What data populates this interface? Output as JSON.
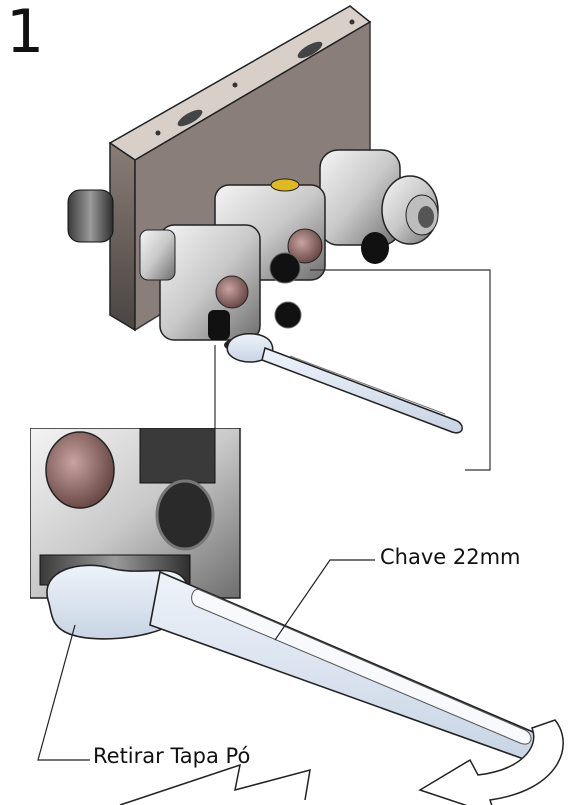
{
  "step": {
    "number": "1"
  },
  "callouts": {
    "wrench": "Chave 22mm",
    "dust_cap": "Retirar Tapa Pó"
  }
}
